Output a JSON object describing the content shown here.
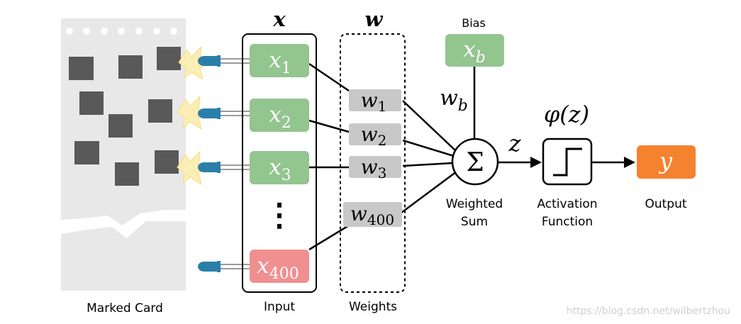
{
  "input": {
    "vector_symbol": "x",
    "nodes": [
      {
        "base": "x",
        "sub": "1"
      },
      {
        "base": "x",
        "sub": "2"
      },
      {
        "base": "x",
        "sub": "3"
      },
      {
        "base": "x",
        "sub": "400"
      }
    ],
    "label": "Input",
    "ellipsis": "⋮"
  },
  "weights": {
    "vector_symbol": "w",
    "nodes": [
      {
        "base": "w",
        "sub": "1"
      },
      {
        "base": "w",
        "sub": "2"
      },
      {
        "base": "w",
        "sub": "3"
      },
      {
        "base": "w",
        "sub": "400"
      }
    ],
    "label": "Weights"
  },
  "bias": {
    "title": "Bias",
    "node": {
      "base": "x",
      "sub": "b"
    },
    "weight": {
      "base": "w",
      "sub": "b"
    }
  },
  "sum": {
    "symbol": "Σ",
    "label_line1": "Weighted",
    "label_line2": "Sum",
    "output_symbol": "z"
  },
  "activation": {
    "formula": "φ(z)",
    "label_line1": "Activation",
    "label_line2": "Function"
  },
  "output": {
    "symbol": "y",
    "label": "Output"
  },
  "card": {
    "label": "Marked Card"
  },
  "watermark": "https://blog.csdn.net/wilbertzhou",
  "colors": {
    "input_node": "#93c58f",
    "input_node_last": "#f08f90",
    "weight_node": "#c8c8c8",
    "output_node": "#f5822f",
    "card": "#e8e8e8",
    "mark": "#595959",
    "led": "#2a7fa8",
    "glow": "#fbeeb4"
  }
}
